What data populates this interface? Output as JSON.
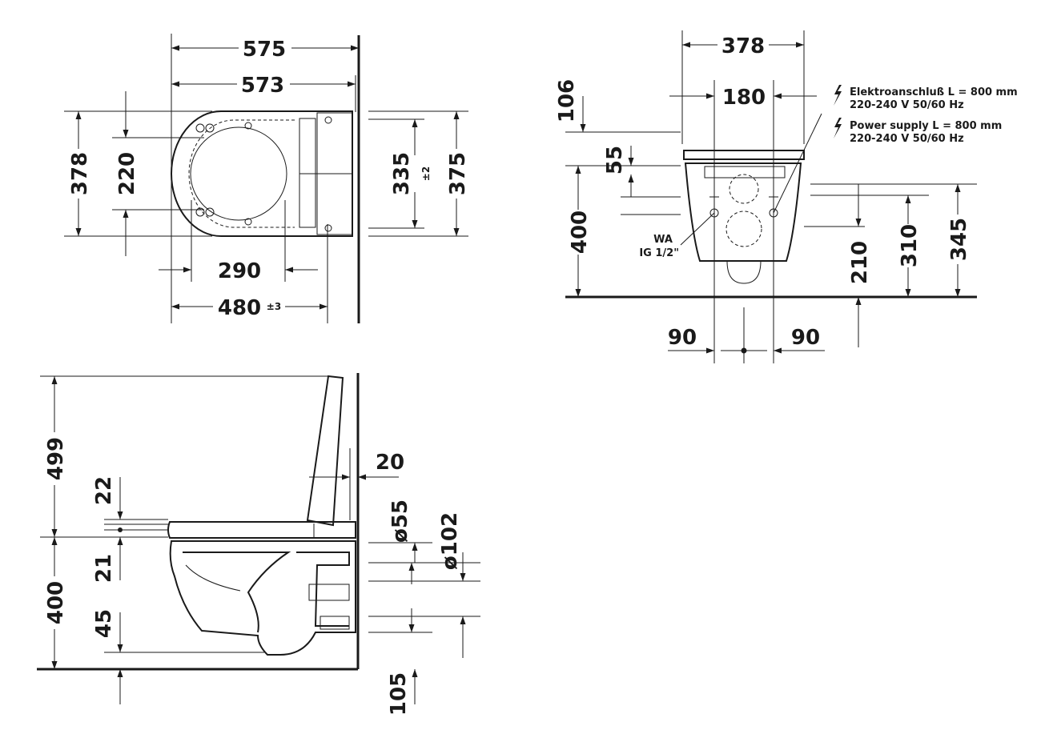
{
  "top_view": {
    "d575": "575",
    "d573": "573",
    "d378": "378",
    "d220": "220",
    "d335": "335",
    "d335_tol": "±2",
    "d375": "375",
    "d290": "290",
    "d480": "480",
    "d480_tol": "±3"
  },
  "front_view": {
    "d378": "378",
    "d106": "106",
    "d180": "180",
    "d55": "55",
    "d400": "400",
    "d210": "210",
    "d310": "310",
    "d345": "345",
    "d90_left": "90",
    "d90_right": "90",
    "wa_label": "WA",
    "wa_thread": "IG 1/2\"",
    "power_de_line1": "Elektroanschluß L = 800 mm",
    "power_de_line2": "220-240 V  50/60 Hz",
    "power_en_line1": "Power supply L = 800 mm",
    "power_en_line2": "220-240 V  50/60 Hz"
  },
  "side_view": {
    "d499": "499",
    "d22": "22",
    "d21": "21",
    "d400": "400",
    "d45": "45",
    "d20": "20",
    "dia55": "ø55",
    "dia102": "ø102",
    "d105": "105"
  },
  "icons": [
    "lightning-icon"
  ]
}
